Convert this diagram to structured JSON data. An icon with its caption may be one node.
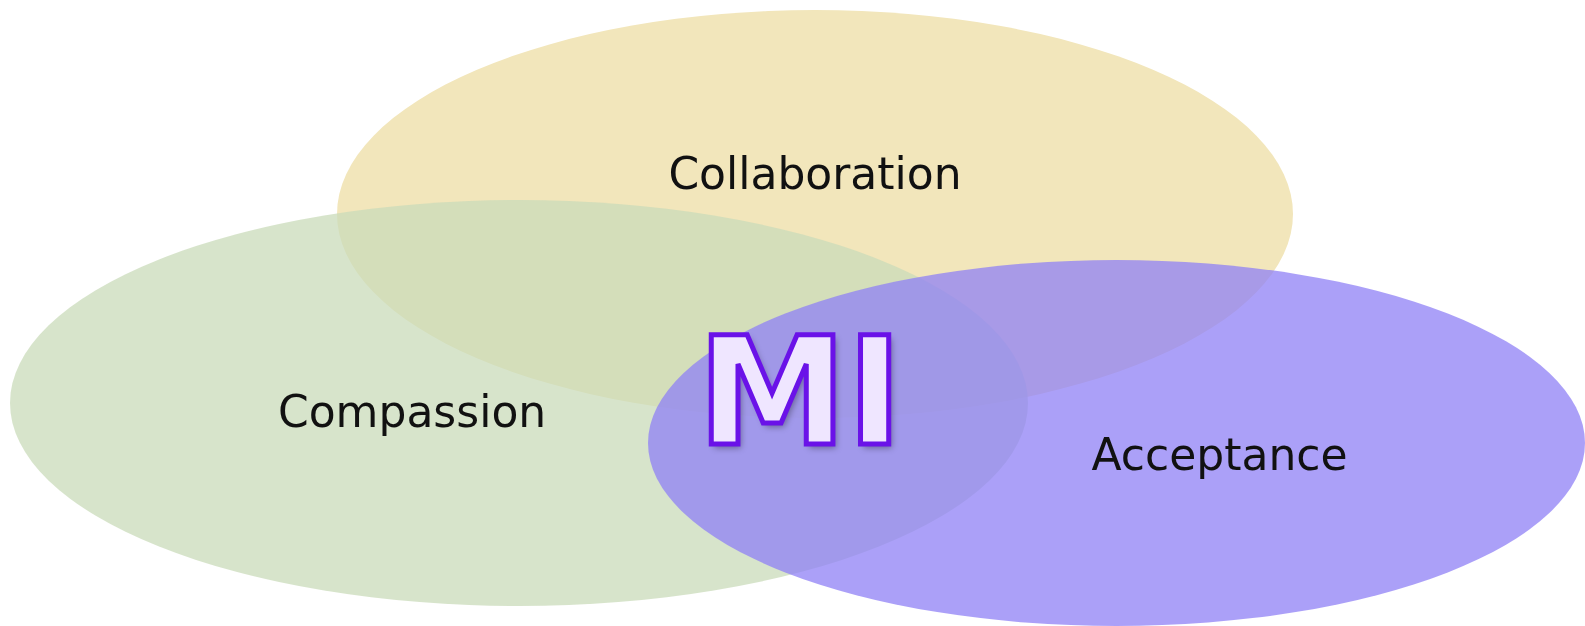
{
  "diagram": {
    "nodes": [
      {
        "text": [
          "Collaboration"
        ]
      },
      {
        "text": [
          "Compassion"
        ]
      },
      {
        "text": [
          "Acceptance"
        ]
      }
    ],
    "labels": [
      "MI"
    ]
  }
}
